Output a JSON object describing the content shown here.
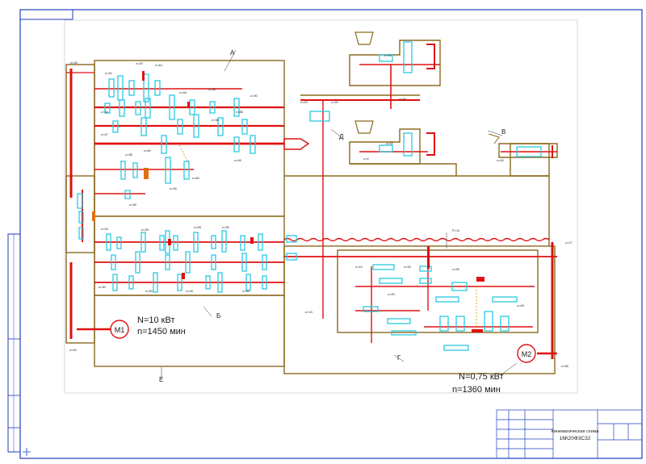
{
  "labels": {
    "section_a": "А",
    "section_b": "Б",
    "section_v": "В",
    "section_g": "Г",
    "section_d": "Д",
    "section_e": "Е"
  },
  "motor1": {
    "name": "М1",
    "power": "N=10 кВт",
    "speed": "n=1450 мин"
  },
  "motor2": {
    "name": "М2",
    "power": "N=0,75 кВт",
    "speed": "n=1360 мин"
  },
  "title_block": {
    "title_line1": "Кинематическая схема",
    "title_line2": "16К20Ф3С32"
  },
  "colors": {
    "frame": "#1f3fbf",
    "housing": "#8b6a1e",
    "shaft": "#e01010",
    "gear": "#29c9e0",
    "dim": "#222222"
  }
}
